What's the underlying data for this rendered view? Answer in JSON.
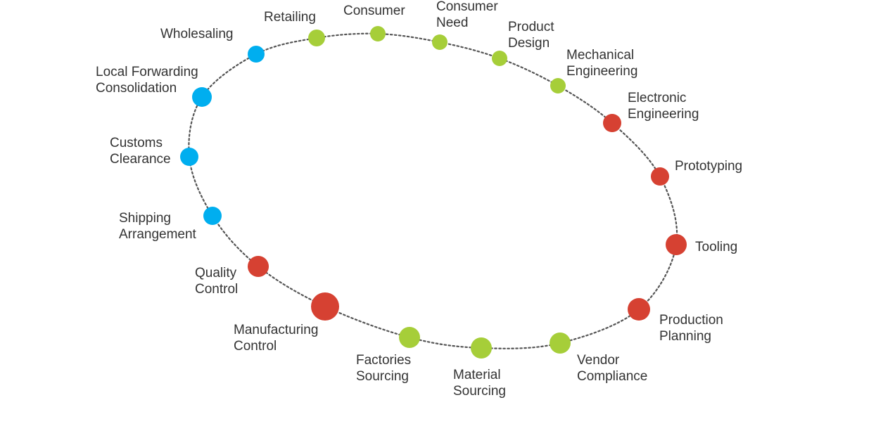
{
  "diagram": {
    "colors": {
      "green": "#a6ce39",
      "red": "#d64132",
      "blue": "#00aeef",
      "ring": "#555555"
    },
    "nodes": [
      {
        "id": "consumer",
        "color": "green",
        "line1": "Consumer",
        "line2": ""
      },
      {
        "id": "consumer-need",
        "color": "green",
        "line1": "Consumer",
        "line2": "Need"
      },
      {
        "id": "product-design",
        "color": "green",
        "line1": "Product",
        "line2": "Design"
      },
      {
        "id": "mechanical-engineering",
        "color": "green",
        "line1": "Mechanical",
        "line2": "Engineering"
      },
      {
        "id": "electronic-engineering",
        "color": "red",
        "line1": "Electronic",
        "line2": "Engineering"
      },
      {
        "id": "prototyping",
        "color": "red",
        "line1": "Prototyping",
        "line2": ""
      },
      {
        "id": "tooling",
        "color": "red",
        "line1": "Tooling",
        "line2": ""
      },
      {
        "id": "production-planning",
        "color": "red",
        "line1": "Production",
        "line2": "Planning"
      },
      {
        "id": "vendor-compliance",
        "color": "green",
        "line1": "Vendor",
        "line2": "Compliance"
      },
      {
        "id": "material-sourcing",
        "color": "green",
        "line1": "Material",
        "line2": "Sourcing"
      },
      {
        "id": "factories-sourcing",
        "color": "green",
        "line1": "Factories",
        "line2": "Sourcing"
      },
      {
        "id": "manufacturing-control",
        "color": "red",
        "line1": "Manufacturing",
        "line2": "Control"
      },
      {
        "id": "quality-control",
        "color": "red",
        "line1": "Quality",
        "line2": "Control"
      },
      {
        "id": "shipping-arrangement",
        "color": "blue",
        "line1": "Shipping",
        "line2": "Arrangement"
      },
      {
        "id": "customs-clearance",
        "color": "blue",
        "line1": "Customs",
        "line2": "Clearance"
      },
      {
        "id": "local-forwarding-consolidation",
        "color": "blue",
        "line1": "Local Forwarding",
        "line2": "Consolidation"
      },
      {
        "id": "wholesaling",
        "color": "blue",
        "line1": "Wholesaling",
        "line2": ""
      },
      {
        "id": "retailing",
        "color": "green",
        "line1": "Retailing",
        "line2": ""
      }
    ]
  }
}
